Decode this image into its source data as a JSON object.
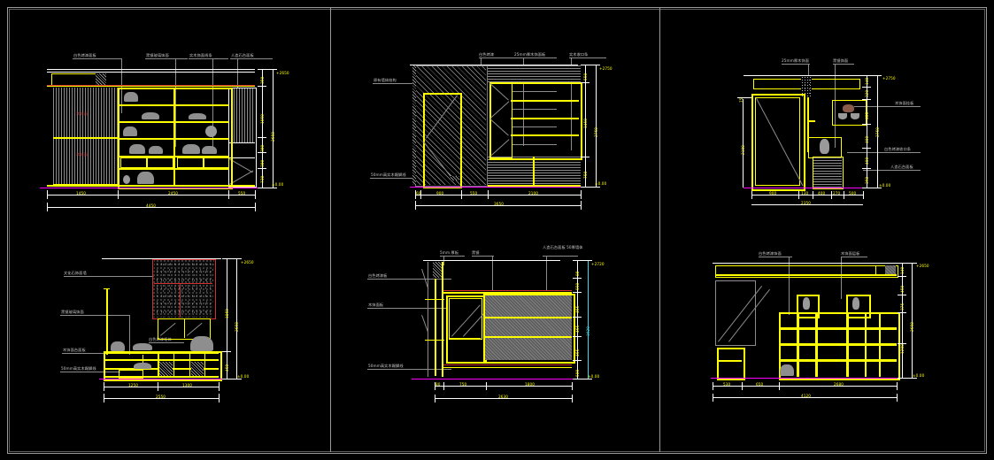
{
  "app": {
    "kind": "cad-drawing",
    "background": "#000000",
    "border_color": "#9a9a9a",
    "colors": {
      "yellow": "#ffff00",
      "white": "#ffffff",
      "gray": "#8c8c8c",
      "red": "#d03030",
      "magenta": "#ff00ff",
      "cyan": "#44d8e8"
    }
  },
  "layout": {
    "columns": 3,
    "rows": 2,
    "divider_x": [
      373,
      745
    ]
  },
  "panels": [
    {
      "id": "p1",
      "name": "tv-wall-cabinet-elevation",
      "notes": [
        "白色烤漆面板",
        "黑镜玻璃饰面",
        "实木饰面线条",
        "人造石台面板"
      ],
      "inline_notes": [
        "木饰面",
        "木饰面"
      ],
      "dims_bottom": [
        "1450",
        "2450",
        "550",
        "4450"
      ],
      "dims_right": [
        "350",
        "1050",
        "300",
        "300",
        "730",
        "2650"
      ],
      "dims_top": [
        "2650"
      ],
      "level_marks": [
        "+2650",
        "±0.00"
      ]
    },
    {
      "id": "p2",
      "name": "door-and-shelf-elevation",
      "notes": [
        "原有墙体结构",
        "白色烤漆",
        "25mm厚木饰面板",
        "实木收口条",
        "50mm高实木踢脚线"
      ],
      "dims_bottom": [
        "60",
        "900",
        "550",
        "2100",
        "3650"
      ],
      "dims_right": [
        "550",
        "1450",
        "750",
        "2750"
      ],
      "level_marks": [
        "+2750",
        "±0.00"
      ]
    },
    {
      "id": "p3",
      "name": "entry-door-and-niche-elevation",
      "notes": [
        "25mm厚木饰面",
        "黑镜饰面",
        "木饰面挂板",
        "白色烤漆收口条",
        "人造石台面板"
      ],
      "dims_bottom": [
        "900",
        "130",
        "400",
        "270",
        "500",
        "2350"
      ],
      "dims_left": [
        "75",
        "2100"
      ],
      "dims_right": [
        "140",
        "320",
        "400",
        "400",
        "400",
        "390",
        "2750"
      ],
      "level_marks": [
        "+2750",
        "±0.00"
      ]
    },
    {
      "id": "p4",
      "name": "tv-feature-stone-wall-elevation",
      "notes": [
        "文化石饰面墙",
        "黑镜玻璃饰面",
        "木饰面台面板",
        "50mm高实木踢脚线",
        "白色烤漆柜体"
      ],
      "dims_bottom": [
        "1250",
        "1300",
        "2550"
      ],
      "dims_right": [
        "1860",
        "450",
        "2650"
      ],
      "level_marks": [
        "+2650",
        "±0.00"
      ]
    },
    {
      "id": "p5",
      "name": "wall-section-detail",
      "notes": [
        "5mm 厚板",
        "黑镜",
        "白色烤漆板",
        "木饰面板",
        "50mm高实木踢脚线",
        "人造石台面板 50厚墙体"
      ],
      "dims_bottom": [
        "80",
        "750",
        "1800",
        "2630"
      ],
      "dims_right": [
        "370",
        "550",
        "465",
        "465",
        "465",
        "500",
        "1620"
      ],
      "level_marks": [
        "+2720",
        "±0.00"
      ]
    },
    {
      "id": "p6",
      "name": "bookshelf-elevation",
      "notes": [
        "白色烤漆饰面",
        "木饰面层板"
      ],
      "dims_bottom": [
        "530",
        "650",
        "2680",
        "4120"
      ],
      "dims_right": [
        "140",
        "450",
        "375",
        "1200",
        "2650"
      ],
      "level_marks": [
        "+2650",
        "±0.00"
      ]
    }
  ]
}
